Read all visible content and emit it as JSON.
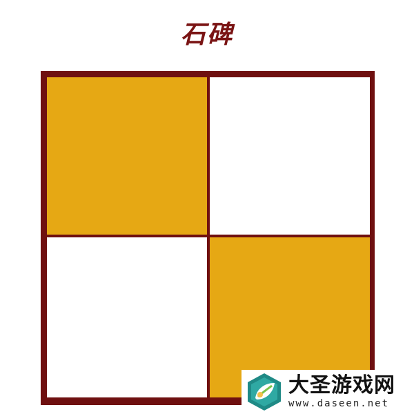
{
  "title": "石碑",
  "colors": {
    "frame": "#6f1010",
    "title": "#7a1414",
    "filled": "#e6a814",
    "empty": "#ffffff"
  },
  "board": {
    "rows": 2,
    "cols": 2,
    "cells": [
      [
        "filled",
        "empty"
      ],
      [
        "empty",
        "filled"
      ]
    ]
  },
  "watermark": {
    "name": "大圣游戏网",
    "url": "www.daseen.net",
    "logo_icon": "leaf-logo-icon"
  }
}
